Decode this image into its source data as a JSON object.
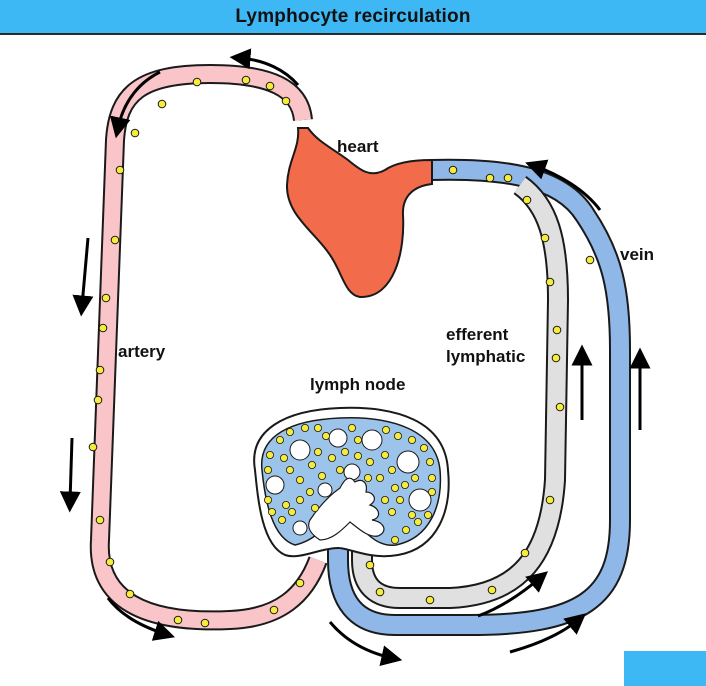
{
  "header": {
    "title": "Lymphocyte recirculation"
  },
  "labels": {
    "heart": "heart",
    "vein": "vein",
    "artery": "artery",
    "efferent_1": "efferent",
    "efferent_2": "lymphatic",
    "lymph_node": "lymph node"
  },
  "colors": {
    "header": "#3db8f5",
    "artery": "#f9c5c8",
    "heart": "#f26b4b",
    "vein": "#8fb8e8",
    "lymphatic": "#e0e0e0",
    "lymphocyte": "#f7ec3a"
  }
}
